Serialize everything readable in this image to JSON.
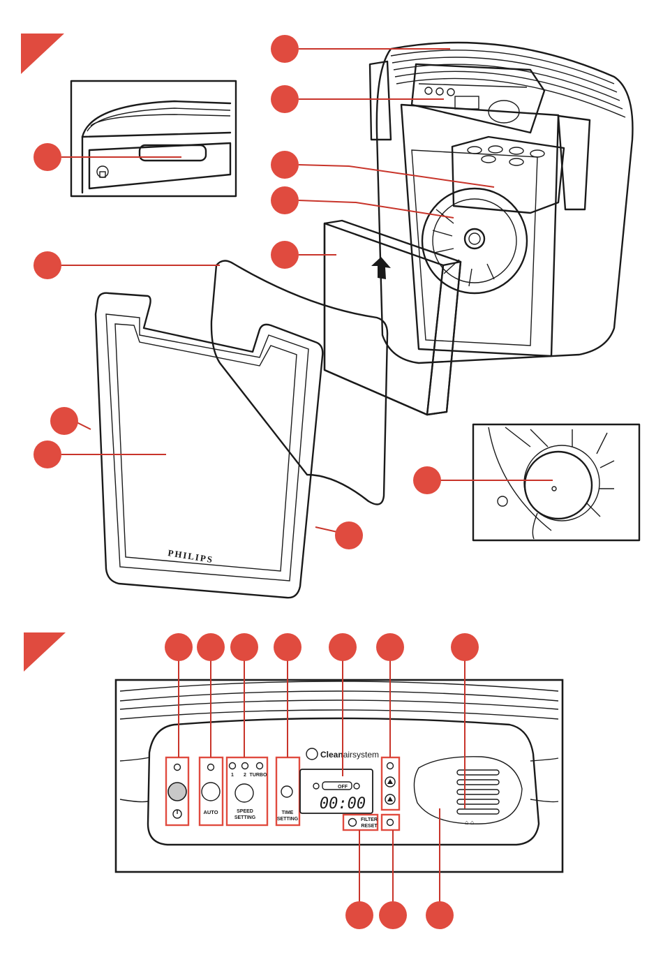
{
  "brand": "PHILIPS",
  "panel": {
    "logo_bold": "Clean",
    "logo_light": "airsystem",
    "auto_label": "AUTO",
    "speed_1": "1",
    "speed_2": "2",
    "speed_turbo": "TURBO",
    "speed_setting_line1": "SPEED",
    "speed_setting_line2": "SETTING",
    "time_setting_line1": "TIME",
    "time_setting_line2": "SETTING",
    "display_off": "OFF",
    "display_time": "00:00",
    "filter_reset_line1": "FILTER",
    "filter_reset_line2": "RESET"
  },
  "colors": {
    "accent": "#e04b3f",
    "filter_grey": "#e6e6e6",
    "line": "#1a1a1a"
  }
}
